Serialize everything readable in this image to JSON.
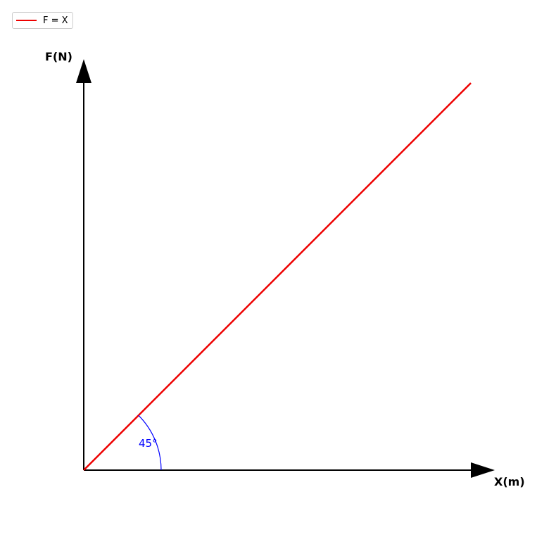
{
  "chart_data": {
    "type": "line",
    "title": "",
    "xlabel": "X(m)",
    "ylabel": "F(N)",
    "grid": false,
    "axes_style": "arrows-from-origin",
    "legend_position": "top-left",
    "xlim": [
      0,
      1
    ],
    "ylim": [
      0,
      1
    ],
    "series": [
      {
        "name": "F = X",
        "color": "#ee0000",
        "x": [
          0,
          1
        ],
        "y": [
          0,
          1
        ]
      }
    ],
    "annotations": [
      {
        "type": "angle-arc",
        "text": "45°",
        "degrees": 45,
        "color": "#0000ff"
      }
    ]
  }
}
